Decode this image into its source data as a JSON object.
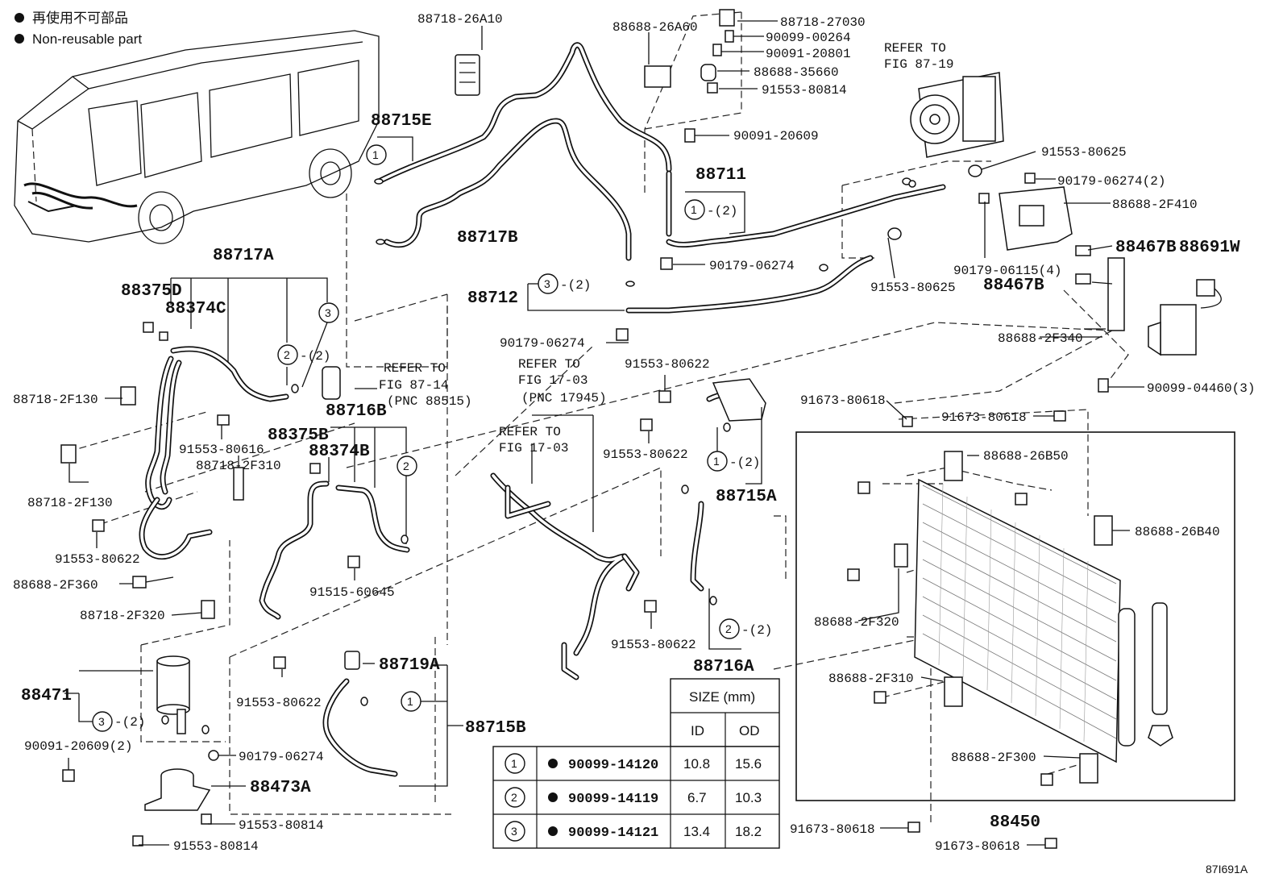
{
  "legend": {
    "jp": "再使用不可部品",
    "en": "Non-reusable part"
  },
  "labels": [
    {
      "id": "l-88718-26a10",
      "text": "88718-26A10"
    },
    {
      "id": "l-88688-26a60",
      "text": "88688-26A60"
    },
    {
      "id": "l-88718-27030",
      "text": "88718-27030"
    },
    {
      "id": "l-90099-00264",
      "text": "90099-00264"
    },
    {
      "id": "l-90091-20801",
      "text": "90091-20801"
    },
    {
      "id": "l-88688-35660",
      "text": "88688-35660"
    },
    {
      "id": "l-91553-80814-a",
      "text": "91553-80814"
    },
    {
      "id": "l-90091-20609",
      "text": "90091-20609"
    },
    {
      "id": "l-91553-80625-a",
      "text": "91553-80625"
    },
    {
      "id": "l-90179-06274-2",
      "text": "90179-06274(2)"
    },
    {
      "id": "l-88688-2f410",
      "text": "88688-2F410"
    },
    {
      "id": "l-90179-06115-4",
      "text": "90179-06115(4)"
    },
    {
      "id": "l-91553-80625-b",
      "text": "91553-80625"
    },
    {
      "id": "l-90179-06274-a",
      "text": "90179-06274"
    },
    {
      "id": "l-90179-06274-b",
      "text": "90179-06274"
    },
    {
      "id": "l-88688-2f340",
      "text": "88688-2F340"
    },
    {
      "id": "l-90099-04460-3",
      "text": "90099-04460(3)"
    },
    {
      "id": "l-88718-2f130-a",
      "text": "88718-2F130"
    },
    {
      "id": "l-88718-2f130-b",
      "text": "88718-2F130"
    },
    {
      "id": "l-91553-80616",
      "text": "91553-80616"
    },
    {
      "id": "l-88718-2f310",
      "text": "88718-2F310"
    },
    {
      "id": "l-91553-80622-a",
      "text": "91553-80622"
    },
    {
      "id": "l-88688-2f360",
      "text": "88688-2F360"
    },
    {
      "id": "l-88718-2f320",
      "text": "88718-2F320"
    },
    {
      "id": "l-91515-60645",
      "text": "91515-60645"
    },
    {
      "id": "l-91553-80622-b",
      "text": "91553-80622"
    },
    {
      "id": "l-91553-80622-c",
      "text": "91553-80622"
    },
    {
      "id": "l-91553-80622-d",
      "text": "91553-80622"
    },
    {
      "id": "l-91553-80622-e",
      "text": "91553-80622"
    },
    {
      "id": "l-91673-80618-a",
      "text": "91673-80618"
    },
    {
      "id": "l-91673-80618-b",
      "text": "91673-80618"
    },
    {
      "id": "l-91673-80618-c",
      "text": "91673-80618"
    },
    {
      "id": "l-91673-80618-d",
      "text": "91673-80618"
    },
    {
      "id": "l-88688-26b50",
      "text": "88688-26B50"
    },
    {
      "id": "l-88688-26b40",
      "text": "88688-26B40"
    },
    {
      "id": "l-88688-2f320",
      "text": "88688-2F320"
    },
    {
      "id": "l-88688-2f310",
      "text": "88688-2F310"
    },
    {
      "id": "l-88688-2f300",
      "text": "88688-2F300"
    },
    {
      "id": "l-90091-20609-2",
      "text": "90091-20609(2)"
    },
    {
      "id": "l-90179-06274-c",
      "text": "90179-06274"
    },
    {
      "id": "l-91553-80814-b",
      "text": "91553-80814"
    },
    {
      "id": "l-91553-80814-c",
      "text": "91553-80814"
    },
    {
      "id": "l-refer-87-19",
      "text": "REFER TO"
    },
    {
      "id": "l-fig-87-19",
      "text": "FIG 87-19"
    },
    {
      "id": "l-refer-87-14",
      "text": "REFER TO"
    },
    {
      "id": "l-fig-87-14",
      "text": "FIG 87-14"
    },
    {
      "id": "l-pnc-88515",
      "text": "(PNC 88515)"
    },
    {
      "id": "l-refer-17-03a",
      "text": "REFER TO"
    },
    {
      "id": "l-fig-17-03a",
      "text": "FIG 17-03"
    },
    {
      "id": "l-pnc-17945",
      "text": "(PNC 17945)"
    },
    {
      "id": "l-refer-17-03b",
      "text": "REFER TO"
    },
    {
      "id": "l-fig-17-03b",
      "text": "FIG 17-03"
    },
    {
      "id": "l-q-2-a",
      "text": "-(2)"
    },
    {
      "id": "l-q-2-b",
      "text": "-(2)"
    },
    {
      "id": "l-q-2-c",
      "text": "-(2)"
    },
    {
      "id": "l-q-2-d",
      "text": "-(2)"
    },
    {
      "id": "l-q-2-e",
      "text": "-(2)"
    },
    {
      "id": "l-q-2-f",
      "text": "-(2)"
    }
  ],
  "bold_labels": [
    {
      "id": "b-88715e",
      "text": "88715E"
    },
    {
      "id": "b-88717b",
      "text": "88717B"
    },
    {
      "id": "b-88711",
      "text": "88711"
    },
    {
      "id": "b-88712",
      "text": "88712"
    },
    {
      "id": "b-88467b-a",
      "text": "88467B"
    },
    {
      "id": "b-88467b-b",
      "text": "88467B"
    },
    {
      "id": "b-88691w",
      "text": "88691W"
    },
    {
      "id": "b-88717a",
      "text": "88717A"
    },
    {
      "id": "b-88375d",
      "text": "88375D"
    },
    {
      "id": "b-88374c",
      "text": "88374C"
    },
    {
      "id": "b-88716b",
      "text": "88716B"
    },
    {
      "id": "b-88375b",
      "text": "88375B"
    },
    {
      "id": "b-88374b",
      "text": "88374B"
    },
    {
      "id": "b-88715a",
      "text": "88715A"
    },
    {
      "id": "b-88716a",
      "text": "88716A"
    },
    {
      "id": "b-88471",
      "text": "88471"
    },
    {
      "id": "b-88719a",
      "text": "88719A"
    },
    {
      "id": "b-88715b",
      "text": "88715B"
    },
    {
      "id": "b-88473a",
      "text": "88473A"
    },
    {
      "id": "b-88450",
      "text": "88450"
    }
  ],
  "circled_numbers": [
    {
      "id": "c1a",
      "text": "1"
    },
    {
      "id": "c1b",
      "text": "1"
    },
    {
      "id": "c1c",
      "text": "1"
    },
    {
      "id": "c1d",
      "text": "1"
    },
    {
      "id": "c2a",
      "text": "2"
    },
    {
      "id": "c2b",
      "text": "2"
    },
    {
      "id": "c2c",
      "text": "2"
    },
    {
      "id": "c3a",
      "text": "3"
    },
    {
      "id": "c3b",
      "text": "3"
    },
    {
      "id": "c3c",
      "text": "3"
    }
  ],
  "size_table": {
    "header": "SIZE (mm)",
    "col_id": "ID",
    "col_od": "OD",
    "rows": [
      {
        "num": "1",
        "part": "90099-14120",
        "id": "10.8",
        "od": "15.6"
      },
      {
        "num": "2",
        "part": "90099-14119",
        "id": "6.7",
        "od": "10.3"
      },
      {
        "num": "3",
        "part": "90099-14121",
        "id": "13.4",
        "od": "18.2"
      }
    ]
  },
  "figure_code": "87I691A"
}
